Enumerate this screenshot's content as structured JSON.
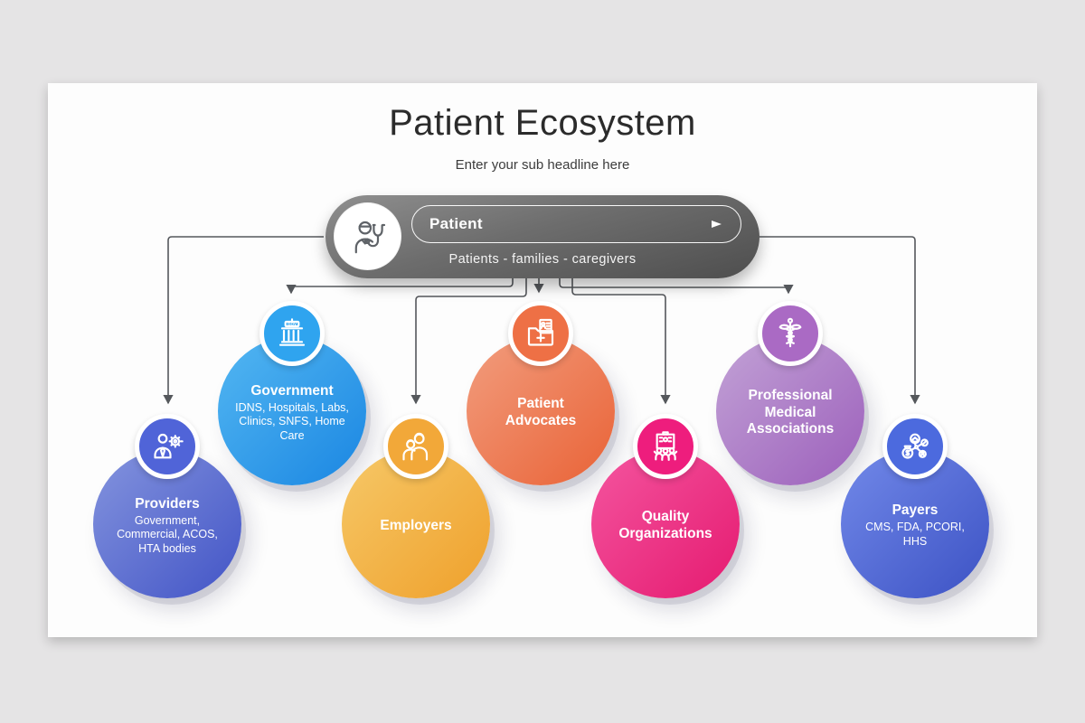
{
  "slide": {
    "title": "Patient Ecosystem",
    "subtitle": "Enter your sub headline here"
  },
  "patient": {
    "label": "Patient",
    "sublabel": "Patients  -  families  -  caregivers",
    "icon": "doctor-stethoscope-icon"
  },
  "connector_color": "#55585c",
  "nodes": [
    {
      "id": "providers",
      "label": "Providers",
      "sub": "Government, Commercial, ACOS, HTA bodies",
      "icon": "person-gear-icon",
      "colors": {
        "light": "#8494de",
        "dark": "#4254c6",
        "icon": "#5064d8"
      }
    },
    {
      "id": "government",
      "label": "Government",
      "sub": "IDNS, Hospitals, Labs, Clinics, SNFS, Home Care",
      "icon": "government-building-icon",
      "colors": {
        "light": "#53b7f2",
        "dark": "#1a86e2",
        "icon": "#2fa4ef"
      }
    },
    {
      "id": "employers",
      "label": "Employers",
      "sub": "",
      "icon": "couple-icon",
      "colors": {
        "light": "#f6c868",
        "dark": "#efa02b",
        "icon": "#f2a839"
      }
    },
    {
      "id": "patient-advocates",
      "label": "Patient Advocates",
      "sub": "",
      "icon": "medical-records-folder-icon",
      "colors": {
        "light": "#f29d7e",
        "dark": "#e96236",
        "icon": "#ee7045"
      }
    },
    {
      "id": "quality-organizations",
      "label": "Quality Organizations",
      "sub": "",
      "icon": "organization-people-icon",
      "colors": {
        "light": "#f4559f",
        "dark": "#e51a70",
        "icon": "#ee1d7d"
      }
    },
    {
      "id": "professional-medical-associations",
      "label": "Professional Medical Associations",
      "sub": "",
      "icon": "caduceus-icon",
      "colors": {
        "light": "#c2a2d6",
        "dark": "#9c5fbb",
        "icon": "#aa6ac4"
      }
    },
    {
      "id": "payers",
      "label": "Payers",
      "sub": "CMS, FDA, PCORI, HHS",
      "icon": "payer-network-icon",
      "colors": {
        "light": "#7289e9",
        "dark": "#3c52c4",
        "icon": "#4c6ade"
      }
    }
  ]
}
